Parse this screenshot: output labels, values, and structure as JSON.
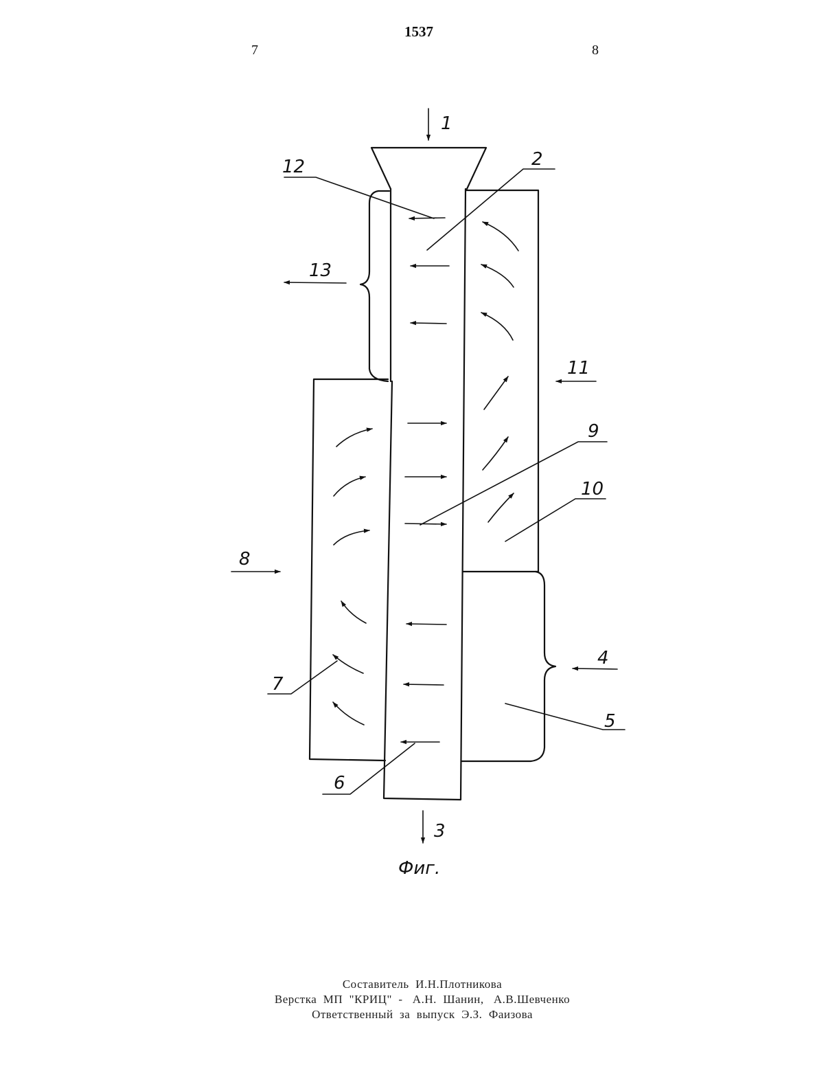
{
  "header": {
    "doc_number": "1537",
    "left_column": "7",
    "right_column": "8"
  },
  "figure": {
    "caption": "Фиг.",
    "labels": {
      "l1": "1",
      "l2": "2",
      "l3": "3",
      "l4": "4",
      "l5": "5",
      "l6": "6",
      "l7": "7",
      "l8": "8",
      "l9": "9",
      "l10": "10",
      "l11": "11",
      "l12": "12",
      "l13": "13"
    }
  },
  "footer": {
    "compiler": "Составитель  И.Н.Плотникова",
    "layout": "Верстка  МП  \"КРИЦ\"  -   А.Н.  Шанин,   А.В.Шевченко",
    "responsible": "Ответственный  за  выпуск  Э.З.  Фаизова"
  }
}
